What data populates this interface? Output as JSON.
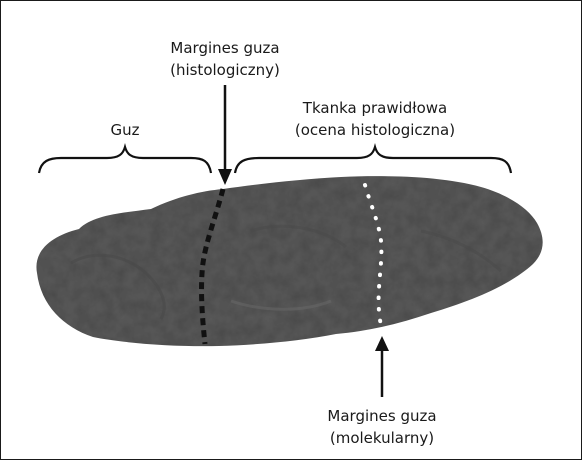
{
  "labels": {
    "tumor": "Guz",
    "histological_margin": {
      "line1": "Margines guza",
      "line2": "(histologiczny)"
    },
    "normal_tissue": {
      "line1": "Tkanka prawidłowa",
      "line2": "(ocena histologiczna)"
    },
    "molecular_margin": {
      "line1": "Margines guza",
      "line2": "(molekularny)"
    }
  },
  "colors": {
    "tissue": "#5a5a5a",
    "tissue_dark": "#4a4a4a",
    "ink": "#111111",
    "molecular_dots": "#ffffff"
  }
}
